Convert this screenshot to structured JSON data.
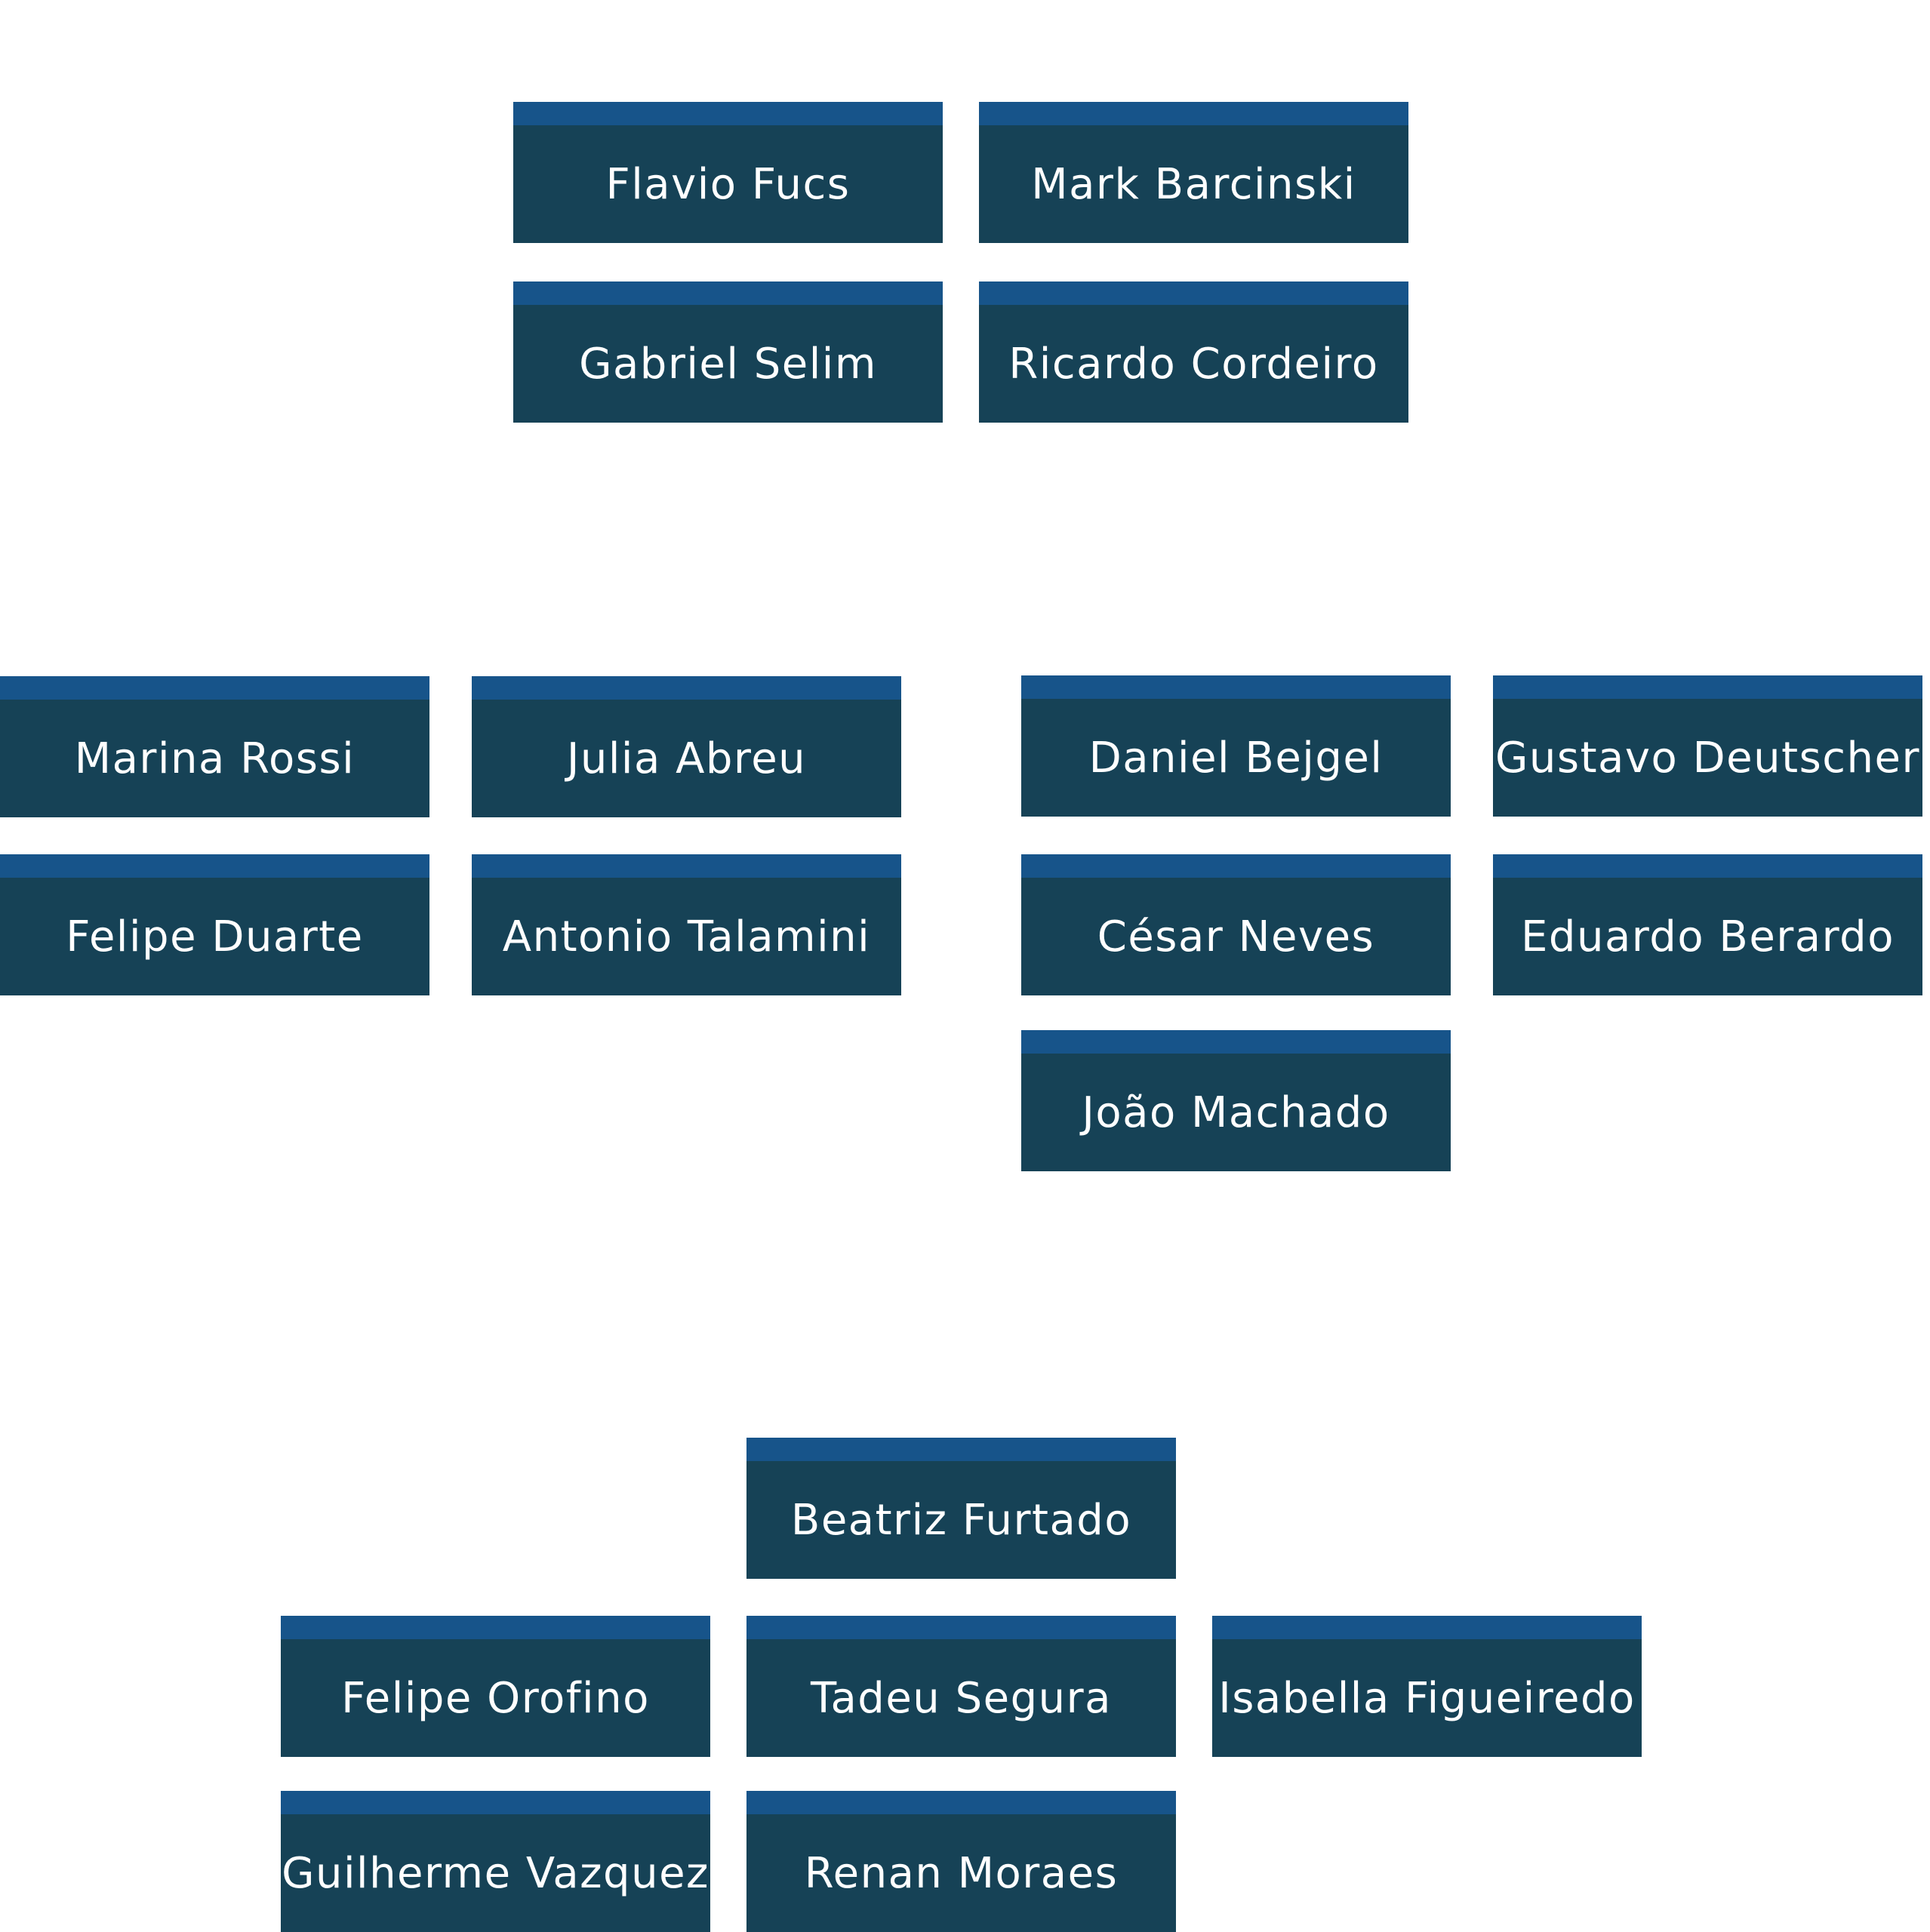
{
  "groups": [
    {
      "title": "",
      "members": [
        "Flavio Fucs",
        "Mark Barcinski",
        "Gabriel Selim",
        "Ricardo Cordeiro"
      ]
    },
    {
      "title": "",
      "members": [
        "Marina Rossi",
        "Julia Abreu",
        "Felipe Duarte",
        "Antonio Talamini"
      ]
    },
    {
      "title": "",
      "members": [
        "Daniel Bejgel",
        "Gustavo Deutscher",
        "César Neves",
        "Eduardo Berardo",
        "João Machado"
      ]
    },
    {
      "title": "",
      "members": [
        "Beatriz Furtado",
        "Felipe Orofino",
        "Tadeu Segura",
        "Isabella Figueiredo",
        "Guilherme Vazquez",
        "Renan Moraes"
      ]
    }
  ],
  "colors": {
    "card_body": "#164256",
    "card_bar": "#17548a",
    "card_text": "#ffffff",
    "background": "#ffffff"
  }
}
